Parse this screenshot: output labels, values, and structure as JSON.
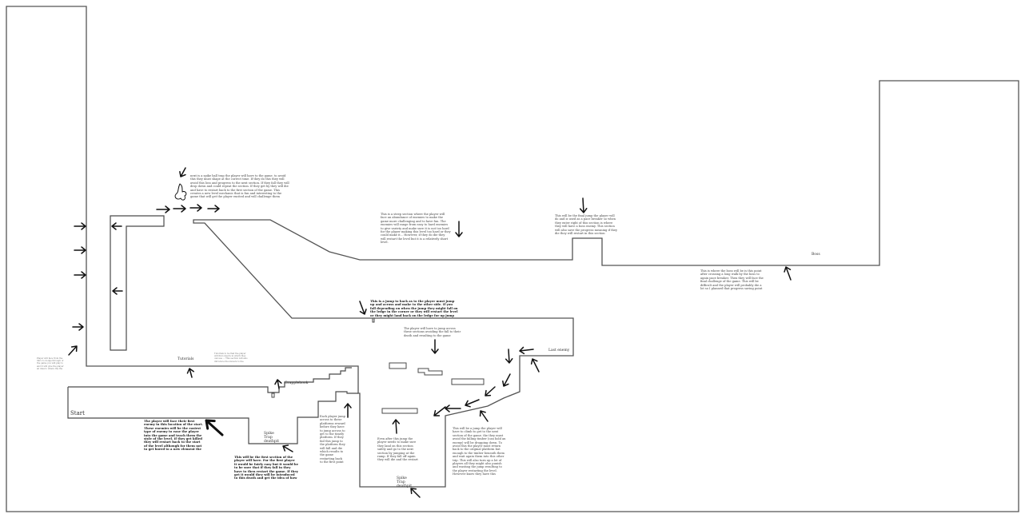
{
  "labels": {
    "start": "Start",
    "spike_trap_1": "Spike\nTrap\ndeathpit",
    "spike_trap_2": "Spike\nTrap\ndeathpit",
    "grapplehook": "Grapplehook",
    "tutorials": "Tutorials",
    "last_enemy": "Last enemy",
    "boss": "Boss"
  },
  "notes": {
    "spike_ball": "next is a spike ball trap the player will have to the game. to avoid this they must shape at the correct time. If they do this they will avoid this loss and progress to the next section. If they fall they will drop down and could repeat the section. If they get by they will die and have to restart back to the first section of the game. This creates a new level mechanic that is fun and interesting to the game that will get the player excited and will challenge them",
    "steep_section": "This is a steep section where the player will face an abundance of enemies to make the game more challenging and to have fun. The enemies will range from easy to hard enemies to give variety and make sure it is not too hard for the player making this level too hard or they could make it... However, if they do die they will restart the level but it is a relatively short level.",
    "final_jump": "This will be the final jump the player will do and is used as a pace breaker so when they enter right of this section is where they will have a boss enemy. This section will also save the progress meaning if they die they will restart in this section",
    "boss_area": "This is where the boss will be is this point after crossing a long walk by the boss to again pace breaker. Then they will face the final challenge of the game. This will be difficult and the player will probably die a lot so I planned that progress saving point",
    "upper_jump": "This is a jump to back as to the player must jump up and across and make to the other side. If you fall depending on when the jump they might fall on the ledge in the corner or they will restart the level or they might land back on the ledge for up jump which run up they will have to restart that this section",
    "platforms": "The player will have to jump across these sections avoiding the fall to their death and resulting to the game restarting",
    "left_margin": "Player will face from the intro to dodge through of the game you will play to and it will give the player an idea to where the the abilities and skills they are likely to need to use at the beginning of the game",
    "tutorial_small": "Tutorials to be that the player will find objects in which they can use ... This section will also introduce the players to the mechanics in which they need to use at first",
    "first_enemy": "The player will face their first enemy in this location of the start. These enemies will be the easiest type of enemy to ease the player into the game and teach them the style of the level. If they get killed they will restart back to the start of the level although for them not to get bored to a new element the first group of enemies",
    "spike_trap_note": "This will be the first section of the player will have. For the first player it would be fairly easy but it would be to be sure that if they fall in they have to then restart the game. If they get it would they will be introduced to this death and get the idea of how to avoid the games",
    "stairs_note": "Each player jump across to these platforms reward before they have to jump across to get to the timely platform. If they fail this jump to the platform they will fall and die which results to the game restarting back to the first point",
    "pit_note": "Even after this jump the player needs to make sure they land on this section safely and go to the next section by jumping at the ramp. If they fall off again they will die and the restart back to the start",
    "climb_note": "This will be a jump the player will have to climb to get to the next section of the game. the they must avoid the falling timber (can hold an enemy) will be dropping down. To avoid this the player must return back to the original platform but enough to the timber beneath them and wait again them into this other trip. This will also turn up a lot of players all they might also punish and wasting the jump resulting to the player restarting the level. However know they have this section and how they will overcome this to move on"
  }
}
